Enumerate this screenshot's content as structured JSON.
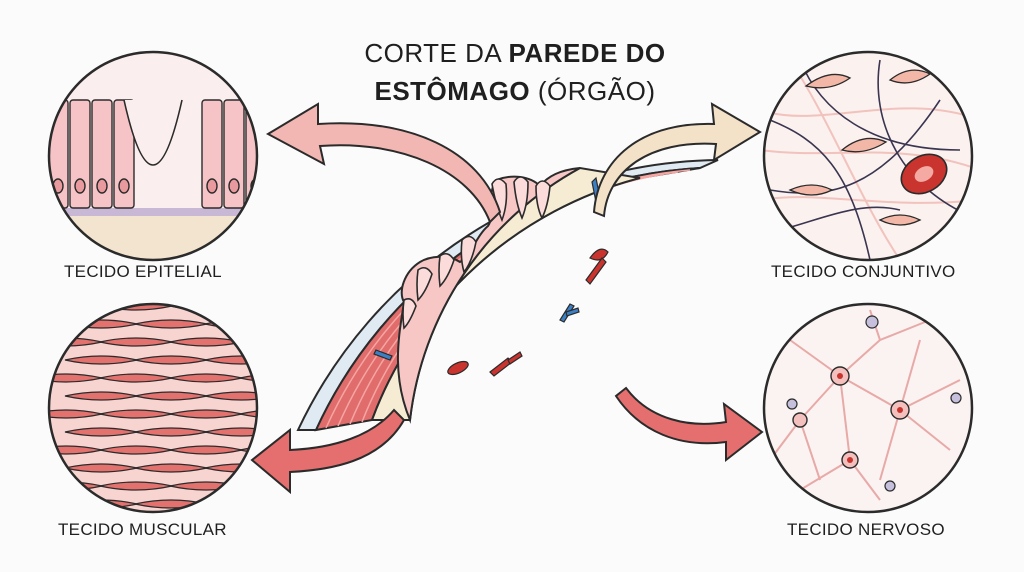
{
  "title": {
    "line1_normal": "CORTE DA ",
    "line1_bold": "PAREDE DO",
    "line2_bold": "ESTÔMAGO",
    "line2_normal": " (ÓRGÃO)"
  },
  "labels": {
    "epithelial": "TECIDO EPITELIAL",
    "connective": "TECIDO CONJUNTIVO",
    "muscular": "TECIDO MUSCULAR",
    "nervous": "TECIDO NERVOSO"
  },
  "colors": {
    "muscle": "#e06c6c",
    "mucosa": "#f6c7c4",
    "submucosa": "#f6ecd4",
    "arrow": "#f2b7b2",
    "outline": "#2b2b2b"
  }
}
